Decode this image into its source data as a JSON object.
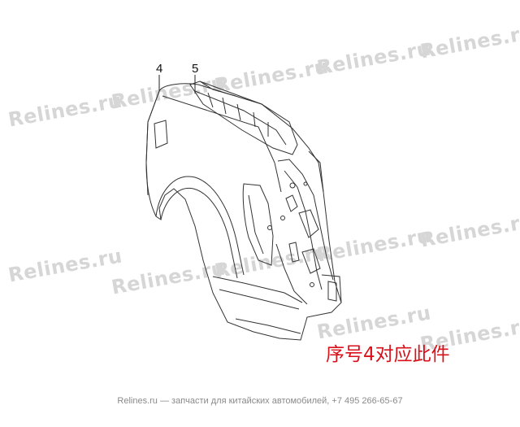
{
  "watermark_text": "Relines.ru",
  "part_labels": [
    {
      "id": "4",
      "text": "4"
    },
    {
      "id": "5",
      "text": "5"
    }
  ],
  "caption": "序号4对应此件",
  "footer": "Relines.ru — запчасти для китайских автомобилей, +7 495 266-65-67",
  "colors": {
    "caption": "#d8111b",
    "line": "#333333",
    "watermark": "#d6d6d6"
  }
}
